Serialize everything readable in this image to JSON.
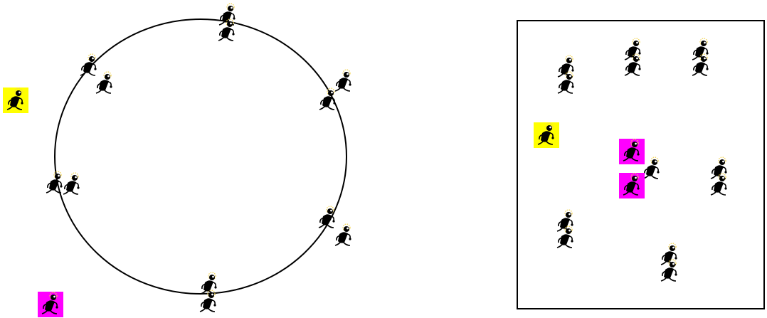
{
  "colors": {
    "background": "#ffffff",
    "stroke": "#000000",
    "figure": "#000000",
    "halo": "#f2d24a",
    "highlight_yellow": "#ffff00",
    "highlight_magenta": "#ff00ff"
  },
  "figure_icon": "walking-stick-figure-icon",
  "panels": [
    {
      "name": "circle-arrangement",
      "shape": "circle"
    },
    {
      "name": "rectangle-arrangement",
      "shape": "rectangle"
    }
  ]
}
